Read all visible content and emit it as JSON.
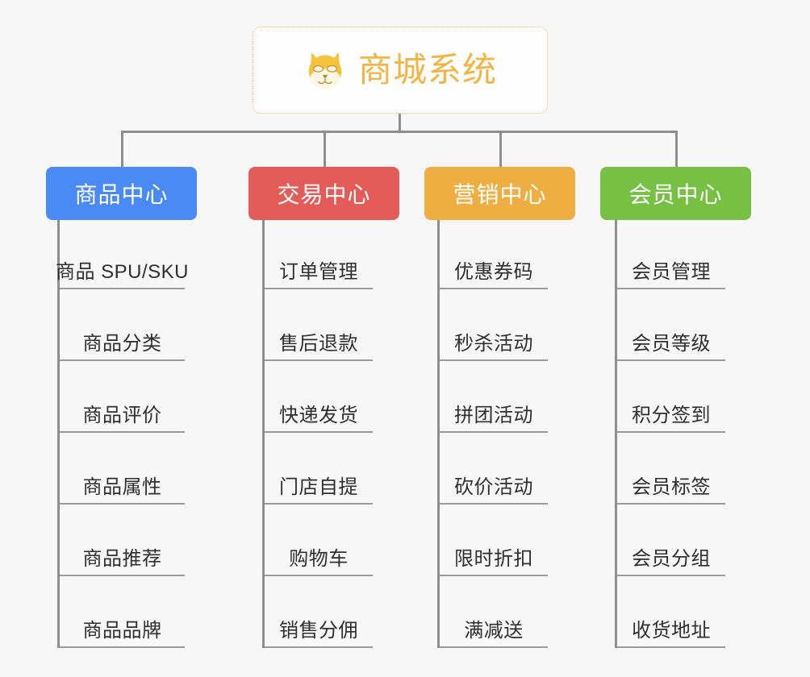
{
  "root": {
    "title": "商城系统",
    "icon": "shiba-dog-face-emoji",
    "text_color": "#f2b544",
    "border_color": "#edb555"
  },
  "canvas": {
    "background": "#f7f7f7",
    "connector_color": "#8e8e8e"
  },
  "categories": [
    {
      "label": "商品中心",
      "color": "#4a8af4",
      "items": [
        "商品 SPU/SKU",
        "商品分类",
        "商品评价",
        "商品属性",
        "商品推荐",
        "商品品牌"
      ]
    },
    {
      "label": "交易中心",
      "color": "#e45c57",
      "items": [
        "订单管理",
        "售后退款",
        "快递发货",
        "门店自提",
        "购物车",
        "销售分佣"
      ]
    },
    {
      "label": "营销中心",
      "color": "#eeae41",
      "items": [
        "优惠券码",
        "秒杀活动",
        "拼团活动",
        "砍价活动",
        "限时折扣",
        "满减送"
      ]
    },
    {
      "label": "会员中心",
      "color": "#76c043",
      "items": [
        "会员管理",
        "会员等级",
        "积分签到",
        "会员标签",
        "会员分组",
        "收货地址"
      ]
    }
  ]
}
